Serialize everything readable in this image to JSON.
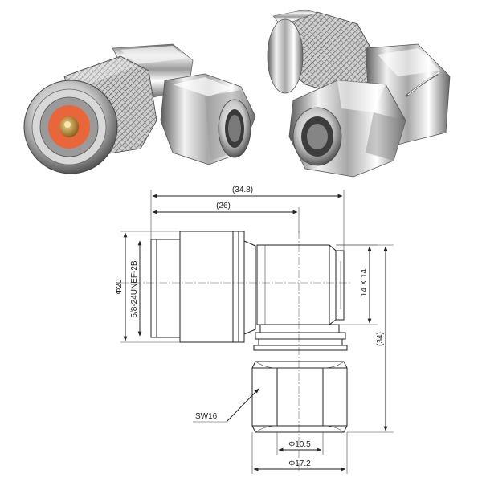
{
  "photos": {
    "left": "connector-photo-front-view",
    "right": "connector-photo-rear-view"
  },
  "drawing": {
    "dimensions": {
      "overall_length": "(34.8)",
      "plug_length": "(26)",
      "overall_height": "(34)",
      "outer_diameter": "Φ20",
      "thread": "5/8-24UNEF-2B",
      "body_square": "14 X 14",
      "wrench_size": "SW16",
      "inner_diameter": "Φ10.5",
      "hex_diameter": "Φ17.2"
    }
  },
  "colors": {
    "metal_light": "#f2f2f2",
    "metal_mid": "#b9b9b9",
    "metal_dark": "#5c5c5c",
    "insulator": "#e8663a",
    "pin": "#c79a3a"
  }
}
